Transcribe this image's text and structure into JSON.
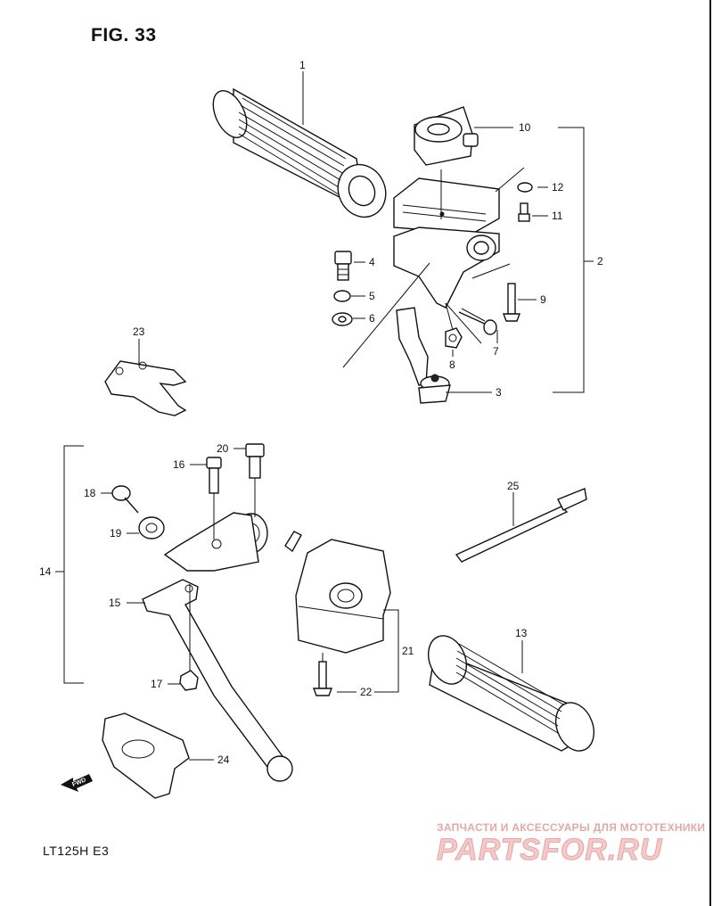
{
  "figure": {
    "title": "FIG. 33",
    "model": "LT125H E3",
    "fwd_label": "FWD"
  },
  "watermark": {
    "tagline": "ЗАПЧАСТИ И АКСЕССУАРЫ ДЛЯ МОТОТЕХНИКИ",
    "brand": "PARTSFOR.RU"
  },
  "callouts": [
    "1",
    "2",
    "3",
    "4",
    "5",
    "6",
    "7",
    "8",
    "9",
    "10",
    "11",
    "12",
    "13",
    "14",
    "15",
    "16",
    "17",
    "18",
    "19",
    "20",
    "21",
    "22",
    "23",
    "24",
    "25"
  ],
  "colors": {
    "line": "#111111",
    "watermark": "#e8a4a4"
  }
}
